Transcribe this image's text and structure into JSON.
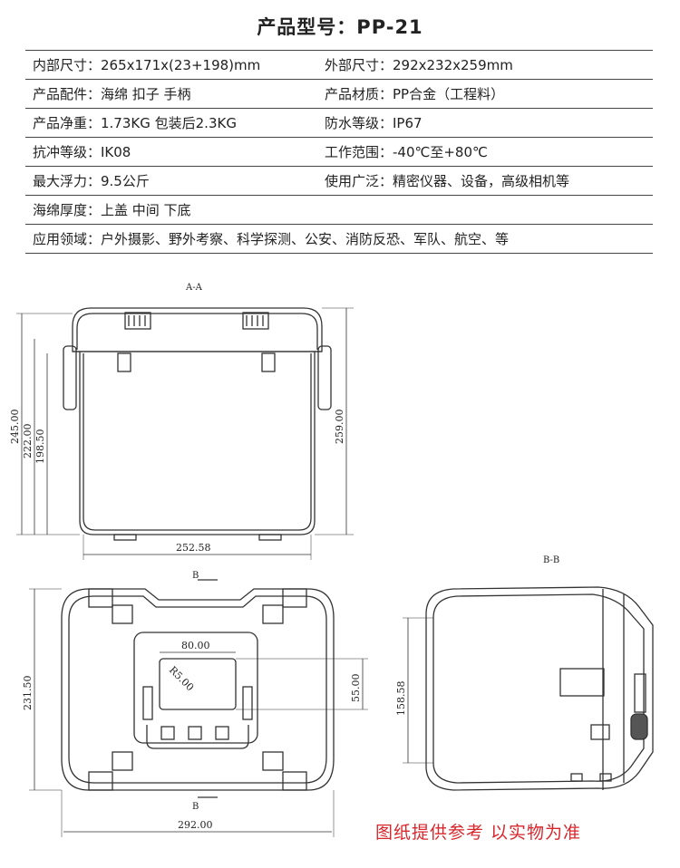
{
  "title": "产品型号：PP-21",
  "specs": {
    "inner_size": "内部尺寸：265x171x(23+198)mm",
    "outer_size": "外部尺寸：292x232x259mm",
    "accessories": "产品配件：海绵 扣子 手柄",
    "material": "产品材质：PP合金（工程料）",
    "net_weight": "产品净重：1.73KG 包装后2.3KG",
    "waterproof": "防水等级：IP67",
    "impact": "抗冲等级：IK08",
    "temp_range": "工作范围：-40℃至+80℃",
    "buoyancy": "最大浮力：9.5公斤",
    "usage": "使用广泛：精密仪器、设备，高级相机等",
    "foam": "海绵厚度：上盖 中间 下底",
    "fields": "应用领域：户外摄影、野外考察、科学探测、公安、消防反恐、军队、航空、等"
  },
  "drawing": {
    "section_aa": "A-A",
    "section_bb": "B-B",
    "marker_b": "B",
    "dims": {
      "h245": "245.00",
      "h222": "222.00",
      "h198": "198.50",
      "h259": "259.00",
      "w252": "252.58",
      "h231": "231.50",
      "w80": "80.00",
      "r5": "R5.00",
      "h55": "55.00",
      "w292": "292.00",
      "h158": "158.58"
    }
  },
  "note": "图纸提供参考 以实物为准"
}
